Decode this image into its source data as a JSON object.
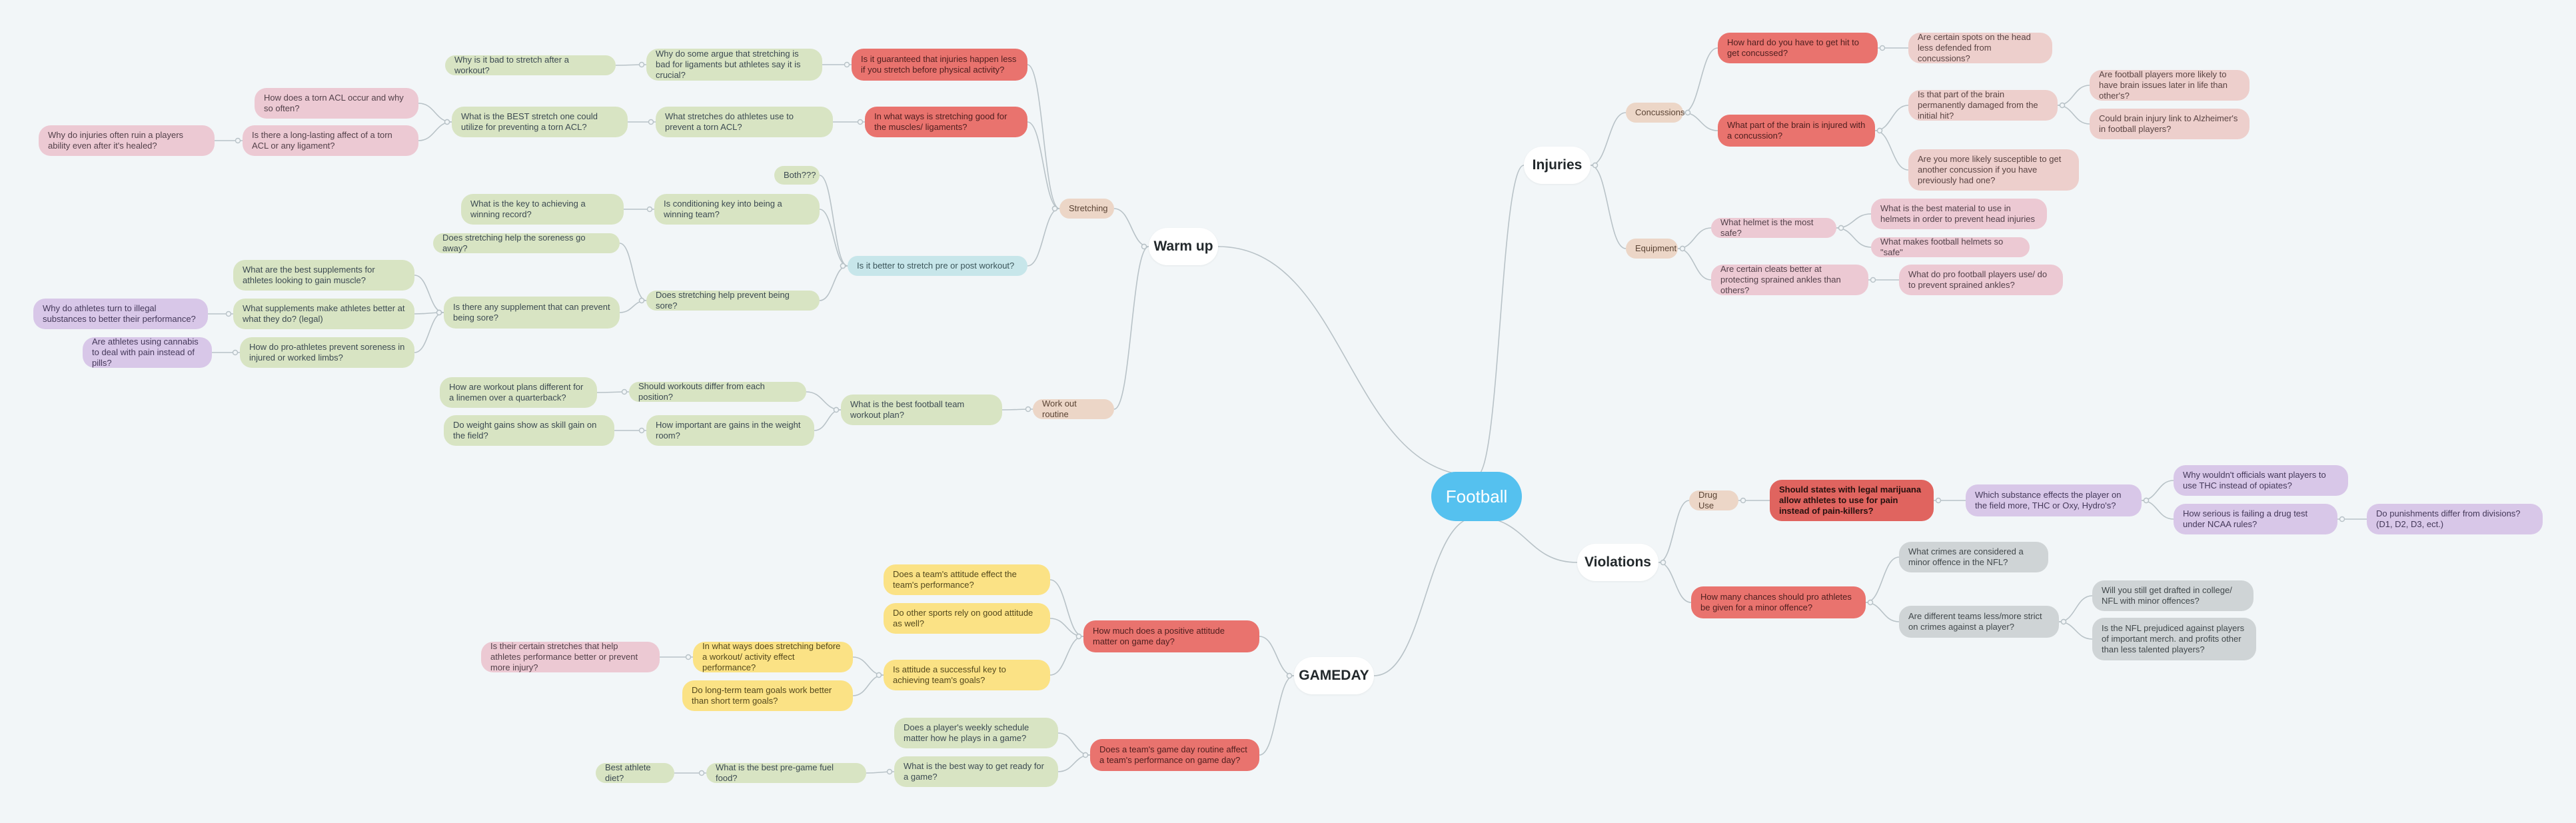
{
  "mindmap": {
    "root": "Football",
    "branches": {
      "injuries": "Injuries",
      "warm_up": "Warm up",
      "violations": "Violations",
      "gameday": "GAMEDAY"
    },
    "injuries": {
      "concussions": "Concussions",
      "equipment": "Equipment",
      "how_hard": "How hard do you have to get hit to get concussed?",
      "spots_head": "Are certain spots on the head less defended from concussions?",
      "brain_part": "What part of the brain is injured with a concussion?",
      "damaged": "Is that part of the brain permanently damaged from the initial hit?",
      "more_likely_brain": "Are football players more likely to have brain issues later in life than other's?",
      "alzheimers": "Could brain injury link to Alzheimer's in football players?",
      "susceptible": "Are you more likely susceptible to get another concussion if you have previously had one?",
      "helmet_safe": "What helmet is the most safe?",
      "helmet_material": "What is the best material to use in helmets in order to prevent head injuries",
      "helmets_safe_what": "What makes football helmets so \"safe\"",
      "cleats": "Are certain cleats better at protecting sprained ankles than others?",
      "pros_do": "What do pro football players use/ do to prevent sprained ankles?"
    },
    "warm_up": {
      "stretching": "Stretching",
      "workout_routine": "Work out routine",
      "guaranteed": "Is it guaranteed that injuries happen less if you stretch before physical activity?",
      "argue_bad": "Why do some argue that stretching is bad for ligaments but athletes say it is crucial?",
      "bad_after": "Why is it bad to stretch after a workout?",
      "good_torn": "In what ways is stretching good for the muscles/ ligaments?",
      "stretch_prevent_acl": "What stretches do athletes use to prevent a torn ACL?",
      "best_stretch": "What is the BEST stretch one could utilize for preventing a torn ACL?",
      "torn_acl_occur": "How does a torn ACL occur and why so often?",
      "long_lasting": "Is there a long-lasting affect of a torn ACL or any ligament?",
      "ruin_ability": "Why do injuries often ruin a players ability even after it's healed?",
      "pre_post": "Is it better to stretch pre or post workout?",
      "both": "Both???",
      "conditioning": "Is conditioning key into being a winning team?",
      "winning_record": "What is the key to achieving a winning record?",
      "soreness_away": "Does stretching help the soreness go away?",
      "prevent_sore": "Does stretching help prevent being sore?",
      "supplement": "Is there any supplement that can prevent being sore?",
      "best_supplements": "What are the best supplements for athletes looking to gain muscle?",
      "supplements_better": "What supplements make athletes better at what they do? (legal)",
      "illegal": "Why do athletes turn to illegal substances to better their performance?",
      "pros_prevent": "How do pro-athletes prevent soreness in injured or worked limbs?",
      "cannabis": "Are athletes using cannabis to deal with pain instead of pills?",
      "best_plan": "What is the best football team workout plan?",
      "differ_position": "Should workouts differ from each position?",
      "linemen": "How are workout plans different for a linemen over a quarterback?",
      "weight_room": "How important are gains in the weight room?",
      "weight_gains": "Do weight gains show as skill gain on the field?"
    },
    "violations": {
      "drug_use": "Drug Use",
      "marijuana": "Should states with legal marijuana allow athletes to use for pain instead of pain-killers?",
      "substance": "Which substance effects the player on the field more, THC or Oxy, Hydro's?",
      "officials": "Why wouldn't officials want players to use THC instead of opiates?",
      "drug_test": "How serious is failing a drug test under NCAA rules?",
      "punishments": "Do punishments differ from divisions? (D1, D2, D3, ect.)",
      "chances": "How many chances should pro athletes be given for a minor offence?",
      "minor_crimes": "What crimes are considered a minor offence in the NFL?",
      "teams_strict": "Are different teams less/more strict on crimes against a player?",
      "drafted": "Will you still get drafted in college/ NFL with minor offences?",
      "prejudiced": "Is the NFL prejudiced against players of important merch. and profits other than less talented players?"
    },
    "gameday": {
      "attitude": "How much does a positive attitude matter on game day?",
      "team_attitude": "Does a team's attitude effect the team's performance?",
      "other_sports": "Do other sports rely on good attitude as well?",
      "attitude_key": "Is attitude a successful key to achieving team's goals?",
      "stretch_mentally": "In what ways does stretching before a workout/ activity effect performance?",
      "stretches_better": "Is their certain stretches that help athletes performance better or prevent more injury?",
      "long_term": "Do long-term team goals work better than short term goals?",
      "routine": "Does a team's game day routine affect a team's performance on game day?",
      "weekly_schedule": "Does a player's weekly schedule matter how he plays in a game?",
      "best_way": "What is the best way to get ready for a game?",
      "pre_game_food": "What is the best pre-game fuel food?",
      "best_diet": "Best athlete diet?"
    }
  }
}
